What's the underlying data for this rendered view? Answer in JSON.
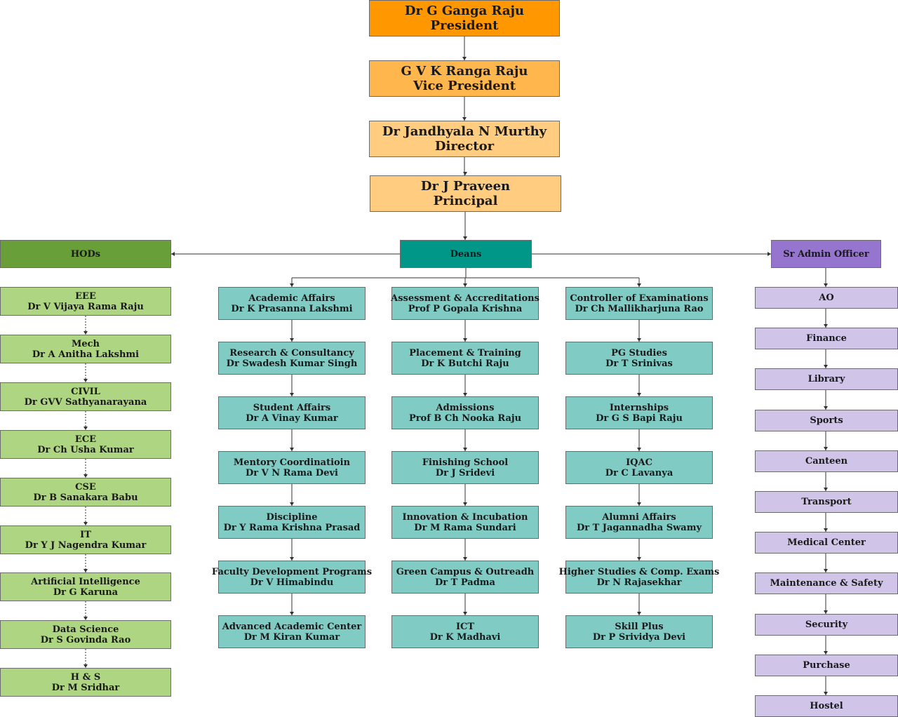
{
  "colors": {
    "president": "#ff9800",
    "vice_president": "#ffb74d",
    "director": "#ffcc80",
    "principal": "#ffcc80",
    "hods_header": "#689f38",
    "hods_item": "#aed581",
    "deans_header": "#009688",
    "deans_item": "#80cbc4",
    "admin_header": "#9575cd",
    "admin_item": "#d1c4e9",
    "line": "#333333"
  },
  "leadership": [
    {
      "name": "Dr G Ganga Raju",
      "role": "President"
    },
    {
      "name": "G V K Ranga Raju",
      "role": "Vice President"
    },
    {
      "name": "Dr Jandhyala N Murthy",
      "role": "Director"
    },
    {
      "name": "Dr J Praveen",
      "role": "Principal"
    }
  ],
  "hods": {
    "label": "HODs",
    "items": [
      {
        "dept": "EEE",
        "name": "Dr V Vijaya Rama Raju"
      },
      {
        "dept": "Mech",
        "name": "Dr A Anitha Lakshmi"
      },
      {
        "dept": "CIVIL",
        "name": "Dr GVV Sathyanarayana"
      },
      {
        "dept": "ECE",
        "name": "Dr Ch Usha Kumar"
      },
      {
        "dept": "CSE",
        "name": "Dr B Sanakara Babu"
      },
      {
        "dept": "IT",
        "name": "Dr Y J Nagendra Kumar"
      },
      {
        "dept": "Artificial Intelligence",
        "name": "Dr G Karuna"
      },
      {
        "dept": "Data Science",
        "name": "Dr S Govinda Rao"
      },
      {
        "dept": "H & S",
        "name": "Dr M Sridhar"
      }
    ]
  },
  "deans": {
    "label": "Deans",
    "columns": [
      [
        {
          "title": "Academic Affairs",
          "name": "Dr K Prasanna Lakshmi"
        },
        {
          "title": "Research & Consultancy",
          "name": "Dr Swadesh Kumar Singh"
        },
        {
          "title": "Student Affairs",
          "name": "Dr A Vinay Kumar"
        },
        {
          "title": "Mentory Coordinatioin",
          "name": "Dr V N Rama Devi"
        },
        {
          "title": "Discipline",
          "name": "Dr Y Rama Krishna Prasad"
        },
        {
          "title": "Faculty Development Programs",
          "name": "Dr V Himabindu"
        },
        {
          "title": "Advanced Academic Center",
          "name": "Dr M Kiran Kumar"
        }
      ],
      [
        {
          "title": "Assessment & Accreditations",
          "name": "Prof P Gopala Krishna"
        },
        {
          "title": "Placement & Training",
          "name": "Dr  K Butchi Raju"
        },
        {
          "title": "Admissions",
          "name": "Prof B Ch Nooka Raju"
        },
        {
          "title": "Finishing School",
          "name": "Dr J Sridevi"
        },
        {
          "title": "Innovation & Incubation",
          "name": "Dr M Rama Sundari"
        },
        {
          "title": "Green Campus & Outreadh",
          "name": "Dr T Padma"
        },
        {
          "title": "ICT",
          "name": "Dr K Madhavi"
        }
      ],
      [
        {
          "title": "Controller of Examinations",
          "name": "Dr Ch Mallikharjuna Rao"
        },
        {
          "title": "PG Studies",
          "name": "Dr T Srinivas"
        },
        {
          "title": "Internships",
          "name": "Dr G S Bapi Raju"
        },
        {
          "title": "IQAC",
          "name": "Dr C Lavanya"
        },
        {
          "title": "Alumni Affairs",
          "name": "Dr T Jagannadha Swamy"
        },
        {
          "title": "Higher Studies & Comp. Exams",
          "name": "Dr N Rajasekhar"
        },
        {
          "title": "Skill Plus",
          "name": "Dr P Srividya Devi"
        }
      ]
    ]
  },
  "admin": {
    "label": "Sr Admin Officer",
    "items": [
      "AO",
      "Finance",
      "Library",
      "Sports",
      "Canteen",
      "Transport",
      "Medical Center",
      "Maintenance & Safety",
      "Security",
      "Purchase",
      "Hostel"
    ]
  }
}
